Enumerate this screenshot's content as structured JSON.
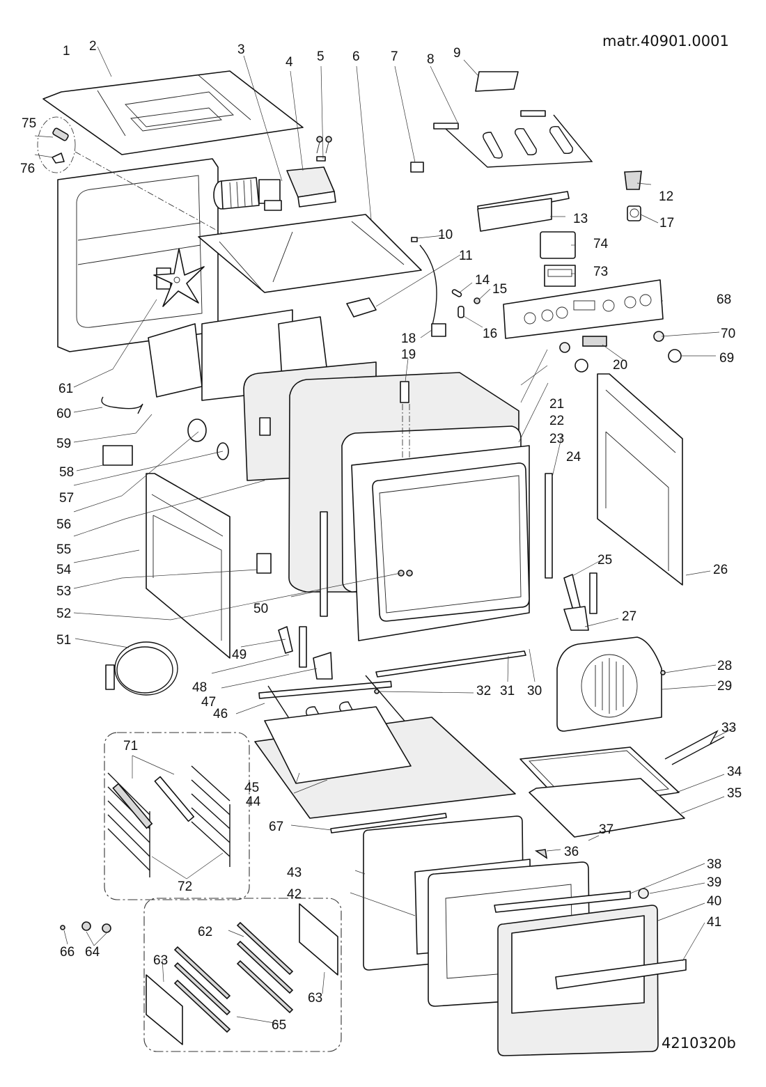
{
  "diagram": {
    "title": "Oven exploded parts diagram",
    "model_ref": "matr.40901.0001",
    "drawing_code": "4210320b",
    "colors": {
      "line": "#111111",
      "shade": "#eeeeee",
      "background": "#ffffff"
    }
  },
  "callouts": [
    {
      "id": "1",
      "label": "1"
    },
    {
      "id": "2",
      "label": "2"
    },
    {
      "id": "3",
      "label": "3"
    },
    {
      "id": "4",
      "label": "4"
    },
    {
      "id": "5",
      "label": "5"
    },
    {
      "id": "6",
      "label": "6"
    },
    {
      "id": "7",
      "label": "7"
    },
    {
      "id": "8",
      "label": "8"
    },
    {
      "id": "9",
      "label": "9"
    },
    {
      "id": "10",
      "label": "10"
    },
    {
      "id": "11",
      "label": "11"
    },
    {
      "id": "12",
      "label": "12"
    },
    {
      "id": "13",
      "label": "13"
    },
    {
      "id": "14",
      "label": "14"
    },
    {
      "id": "15",
      "label": "15"
    },
    {
      "id": "16",
      "label": "16"
    },
    {
      "id": "17",
      "label": "17"
    },
    {
      "id": "18",
      "label": "18"
    },
    {
      "id": "19",
      "label": "19"
    },
    {
      "id": "20",
      "label": "20"
    },
    {
      "id": "21",
      "label": "21"
    },
    {
      "id": "22",
      "label": "22"
    },
    {
      "id": "23",
      "label": "23"
    },
    {
      "id": "24",
      "label": "24"
    },
    {
      "id": "25",
      "label": "25"
    },
    {
      "id": "26",
      "label": "26"
    },
    {
      "id": "27",
      "label": "27"
    },
    {
      "id": "28",
      "label": "28"
    },
    {
      "id": "29",
      "label": "29"
    },
    {
      "id": "30",
      "label": "30"
    },
    {
      "id": "31",
      "label": "31"
    },
    {
      "id": "32",
      "label": "32"
    },
    {
      "id": "33",
      "label": "33"
    },
    {
      "id": "34",
      "label": "34"
    },
    {
      "id": "35",
      "label": "35"
    },
    {
      "id": "36",
      "label": "36"
    },
    {
      "id": "37",
      "label": "37"
    },
    {
      "id": "38",
      "label": "38"
    },
    {
      "id": "39",
      "label": "39"
    },
    {
      "id": "40",
      "label": "40"
    },
    {
      "id": "41",
      "label": "41"
    },
    {
      "id": "42",
      "label": "42"
    },
    {
      "id": "43",
      "label": "43"
    },
    {
      "id": "44",
      "label": "44"
    },
    {
      "id": "45",
      "label": "45"
    },
    {
      "id": "46",
      "label": "46"
    },
    {
      "id": "47",
      "label": "47"
    },
    {
      "id": "48",
      "label": "48"
    },
    {
      "id": "49",
      "label": "49"
    },
    {
      "id": "50",
      "label": "50"
    },
    {
      "id": "51",
      "label": "51"
    },
    {
      "id": "52",
      "label": "52"
    },
    {
      "id": "53",
      "label": "53"
    },
    {
      "id": "54",
      "label": "54"
    },
    {
      "id": "55",
      "label": "55"
    },
    {
      "id": "56",
      "label": "56"
    },
    {
      "id": "57",
      "label": "57"
    },
    {
      "id": "58",
      "label": "58"
    },
    {
      "id": "59",
      "label": "59"
    },
    {
      "id": "60",
      "label": "60"
    },
    {
      "id": "61",
      "label": "61"
    },
    {
      "id": "62",
      "label": "62"
    },
    {
      "id": "63a",
      "label": "63"
    },
    {
      "id": "63b",
      "label": "63"
    },
    {
      "id": "64",
      "label": "64"
    },
    {
      "id": "65",
      "label": "65"
    },
    {
      "id": "66",
      "label": "66"
    },
    {
      "id": "67",
      "label": "67"
    },
    {
      "id": "68",
      "label": "68"
    },
    {
      "id": "69",
      "label": "69"
    },
    {
      "id": "70",
      "label": "70"
    },
    {
      "id": "71",
      "label": "71"
    },
    {
      "id": "72",
      "label": "72"
    },
    {
      "id": "73",
      "label": "73"
    },
    {
      "id": "74",
      "label": "74"
    },
    {
      "id": "75",
      "label": "75"
    },
    {
      "id": "76",
      "label": "76"
    }
  ]
}
